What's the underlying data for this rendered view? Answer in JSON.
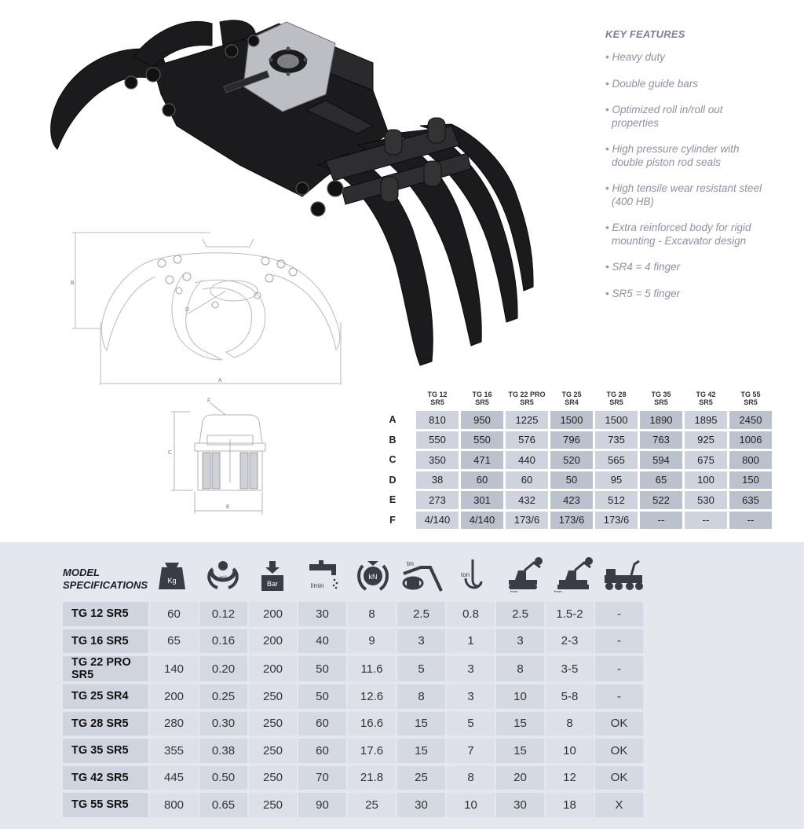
{
  "features": {
    "title": "KEY FEATURES",
    "items": [
      "Heavy duty",
      "Double guide bars",
      "Optimized roll in/roll out properties",
      "High pressure cylinder with double piston rod seals",
      "High tensile wear resistant steel (400 HB)",
      "Extra reinforced body for rigid mounting - Excavator design",
      "SR4 = 4 finger",
      "SR5 = 5 finger"
    ]
  },
  "drawing_labels": {
    "a": "A",
    "b": "B",
    "c": "C",
    "d": "D",
    "e": "E",
    "f": "F"
  },
  "dimensions": {
    "models": [
      [
        "TG 12",
        "SR5"
      ],
      [
        "TG 16",
        "SR5"
      ],
      [
        "TG 22 PRO",
        "SR5"
      ],
      [
        "TG 25",
        "SR4"
      ],
      [
        "TG 28",
        "SR5"
      ],
      [
        "TG 35",
        "SR5"
      ],
      [
        "TG 42",
        "SR5"
      ],
      [
        "TG 55",
        "SR5"
      ]
    ],
    "rows": [
      {
        "label": "A",
        "values": [
          "810",
          "950",
          "1225",
          "1500",
          "1500",
          "1890",
          "1895",
          "2450"
        ]
      },
      {
        "label": "B",
        "values": [
          "550",
          "550",
          "576",
          "796",
          "735",
          "763",
          "925",
          "1006"
        ]
      },
      {
        "label": "C",
        "values": [
          "350",
          "471",
          "440",
          "520",
          "565",
          "594",
          "675",
          "800"
        ]
      },
      {
        "label": "D",
        "values": [
          "38",
          "60",
          "60",
          "50",
          "95",
          "65",
          "100",
          "150"
        ]
      },
      {
        "label": "E",
        "values": [
          "273",
          "301",
          "432",
          "423",
          "512",
          "522",
          "530",
          "635"
        ]
      },
      {
        "label": "F",
        "values": [
          "4/140",
          "4/140",
          "173/6",
          "173/6",
          "173/6",
          "--",
          "--",
          "--"
        ]
      }
    ]
  },
  "specs": {
    "title_line1": "MODEL",
    "title_line2": "SPECIFICATIONS",
    "icons": [
      {
        "name": "weight-icon",
        "text": "Kg"
      },
      {
        "name": "grab-area-icon",
        "text": "m²"
      },
      {
        "name": "pressure-icon",
        "text": "Bar"
      },
      {
        "name": "flow-icon",
        "text": "l/min"
      },
      {
        "name": "closing-force-icon",
        "text": "kN"
      },
      {
        "name": "rotator-torque-icon",
        "text": "tm"
      },
      {
        "name": "load-hook-icon",
        "text": "ton"
      },
      {
        "name": "wheeled-excavator-icon",
        "text": "ton"
      },
      {
        "name": "tracked-excavator-icon",
        "text": "ton"
      },
      {
        "name": "forwarder-icon",
        "text": ""
      }
    ],
    "rows": [
      {
        "model": "TG 12 SR5",
        "values": [
          "60",
          "0.12",
          "200",
          "30",
          "8",
          "2.5",
          "0.8",
          "2.5",
          "1.5-2",
          "-"
        ]
      },
      {
        "model": "TG 16 SR5",
        "values": [
          "65",
          "0.16",
          "200",
          "40",
          "9",
          "3",
          "1",
          "3",
          "2-3",
          "-"
        ]
      },
      {
        "model": "TG 22 PRO SR5",
        "values": [
          "140",
          "0.20",
          "200",
          "50",
          "11.6",
          "5",
          "3",
          "8",
          "3-5",
          "-"
        ]
      },
      {
        "model": "TG 25 SR4",
        "values": [
          "200",
          "0.25",
          "250",
          "50",
          "12.6",
          "8",
          "3",
          "10",
          "5-8",
          "-"
        ]
      },
      {
        "model": "TG 28 SR5",
        "values": [
          "280",
          "0.30",
          "250",
          "60",
          "16.6",
          "15",
          "5",
          "15",
          "8",
          "OK"
        ]
      },
      {
        "model": "TG 35 SR5",
        "values": [
          "355",
          "0.38",
          "250",
          "60",
          "17.6",
          "15",
          "7",
          "15",
          "10",
          "OK"
        ]
      },
      {
        "model": "TG 42 SR5",
        "values": [
          "445",
          "0.50",
          "250",
          "70",
          "21.8",
          "25",
          "8",
          "20",
          "12",
          "OK"
        ]
      },
      {
        "model": "TG 55 SR5",
        "values": [
          "800",
          "0.65",
          "250",
          "90",
          "25",
          "30",
          "10",
          "30",
          "18",
          "X"
        ]
      }
    ]
  }
}
